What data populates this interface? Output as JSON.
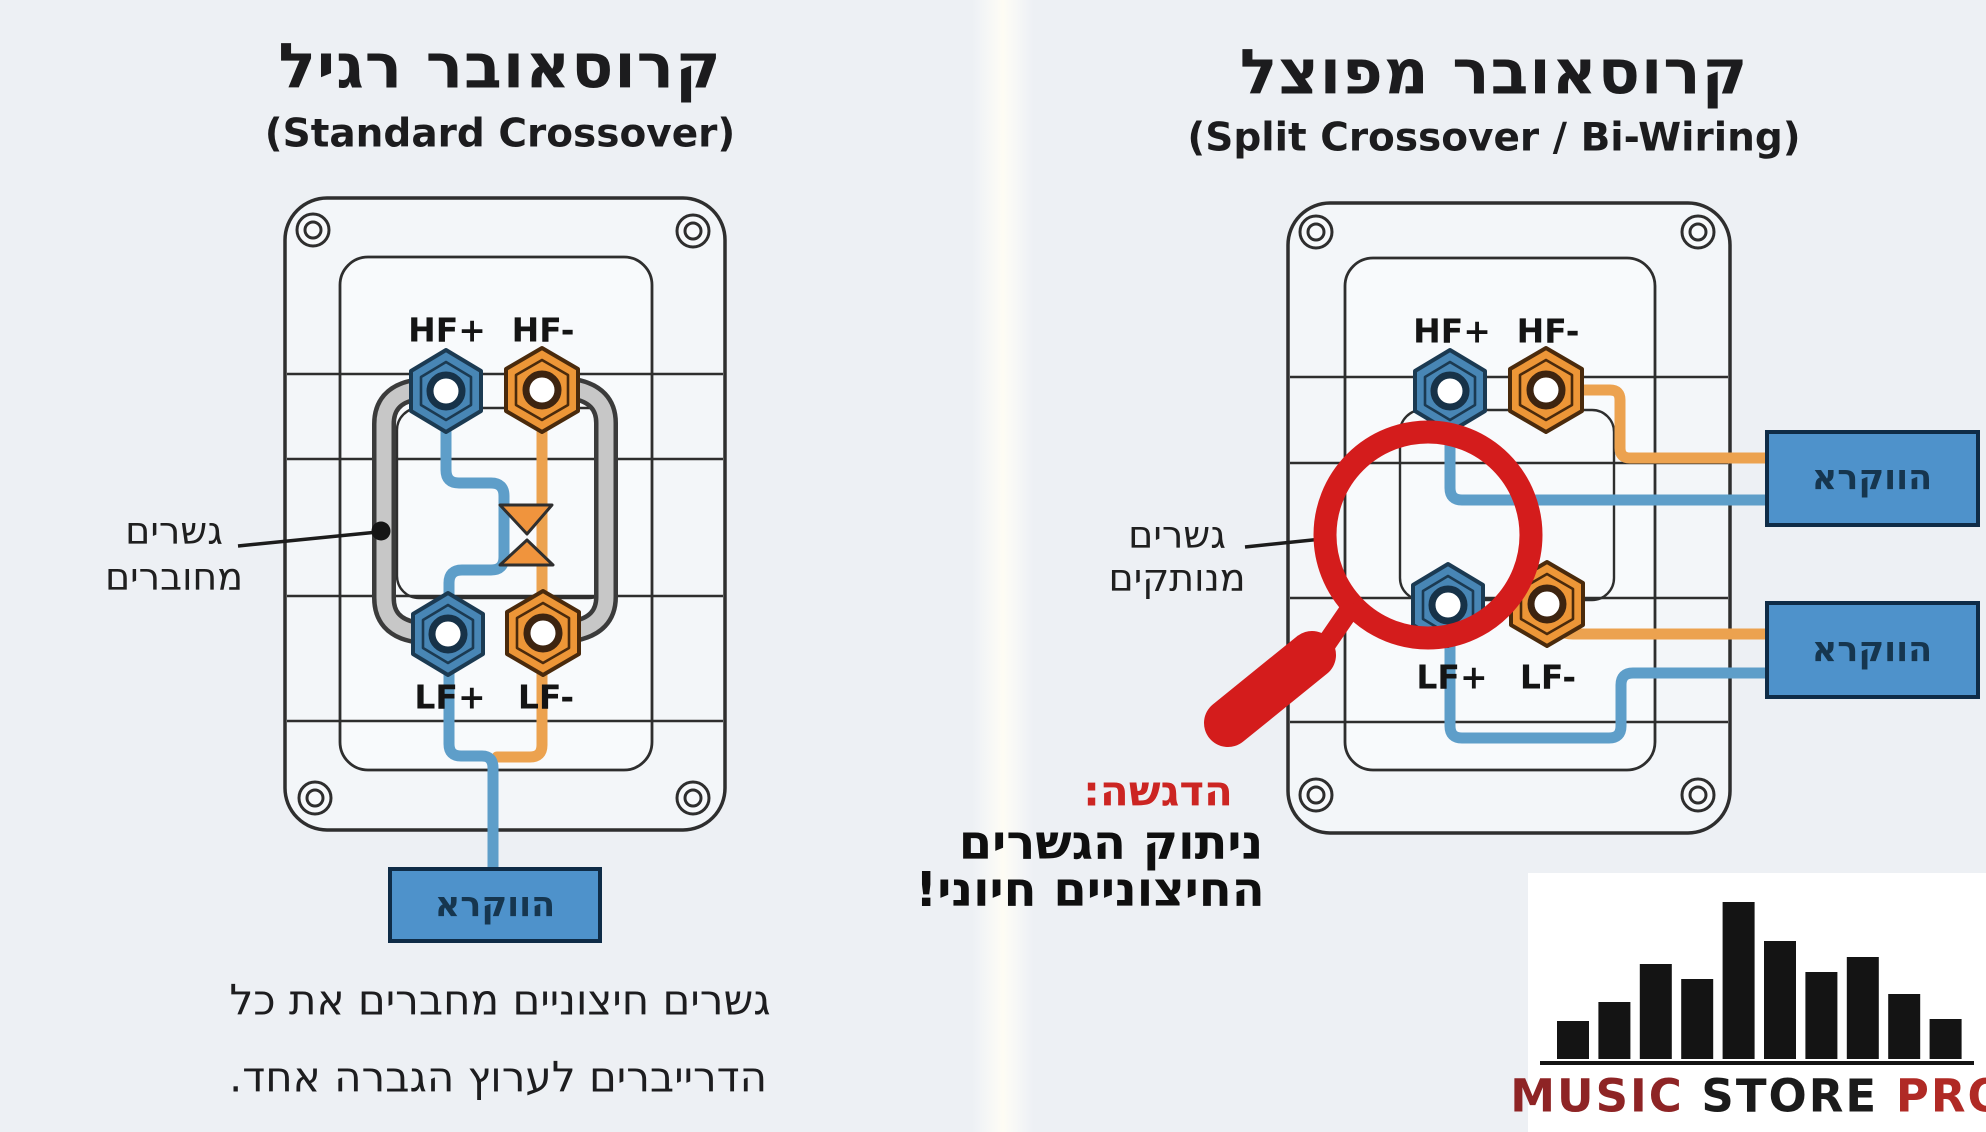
{
  "left": {
    "title": "קרוסאובר רגיל",
    "subtitle": "(Standard Crossover)",
    "terminals": {
      "hf_plus": "HF+",
      "hf_minus": "HF-",
      "lf_plus": "LF+",
      "lf_minus": "LF-"
    },
    "jumper_label_line1": "גשרים",
    "jumper_label_line2": "מחוברים",
    "amp_box_label": "הווקרא",
    "caption_line1": "גשרים חיצוניים מחברים את כל",
    "caption_line2": "הדרייברים לערוץ הגברה אחד."
  },
  "right": {
    "title": "קרוסאובר מפוצל",
    "subtitle": "(Split Crossover / Bi-Wiring)",
    "terminals": {
      "hf_plus": "HF+",
      "hf_minus": "HF-",
      "lf_plus": "LF+",
      "lf_minus": "LF-"
    },
    "jumper_label_line1": "גשרים",
    "jumper_label_line2": "מנותקים",
    "amp_box_top_label": "הווקרא",
    "amp_box_bottom_label": "הווקרא",
    "emphasis_heading": "הדגשה:",
    "emphasis_line1": "ניתוק הגשרים",
    "emphasis_line2": "החיצוניים חיוני!"
  },
  "logo": {
    "text_music": "MUSIC",
    "text_store": "STORE",
    "text_pro": "PRO",
    "bars": [
      38,
      57,
      95,
      80,
      157,
      118,
      87,
      102,
      65,
      40
    ]
  },
  "colors": {
    "post_blue": "#4886b5",
    "post_orange": "#ed9637",
    "wire_blue": "#5e9ec9",
    "wire_orange": "#eca24f",
    "amp_box_blue": "#4e92cb",
    "magnifier_red": "#d41c1c",
    "emphasis_red": "#cc2522",
    "logo_maroon": "#8e2425",
    "logo_red": "#b02a25",
    "logo_bar_black": "#141414"
  }
}
